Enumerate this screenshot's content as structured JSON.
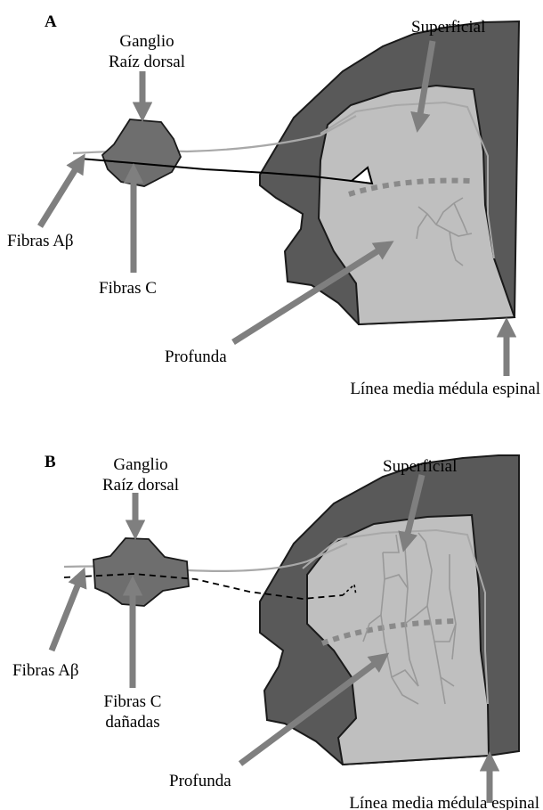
{
  "colors": {
    "outer_cord": "#595959",
    "inner_gray": "#bfbfbf",
    "ganglion": "#6e6e6e",
    "arrow": "#7f7f7f",
    "abeta_fiber": "#a8a8a8",
    "c_fiber": "#000000",
    "boundary_dots": "#8a8a8a",
    "sprout_lines": "#999999"
  },
  "panelA": {
    "letter": "A",
    "ganglion_label_1": "Ganglio",
    "ganglion_label_2": "Raíz dorsal",
    "superficial": "Superficial",
    "abeta": "Fibras Aβ",
    "cfibers": "Fibras C",
    "profunda": "Profunda",
    "midline": "Línea media médula espinal"
  },
  "panelB": {
    "letter": "B",
    "ganglion_label_1": "Ganglio",
    "ganglion_label_2": "Raíz dorsal",
    "superficial": "Superficial",
    "abeta": "Fibras Aβ",
    "cfibers_1": "Fibras C",
    "cfibers_2": "dañadas",
    "profunda": "Profunda",
    "midline": "Línea media médula espinal"
  }
}
